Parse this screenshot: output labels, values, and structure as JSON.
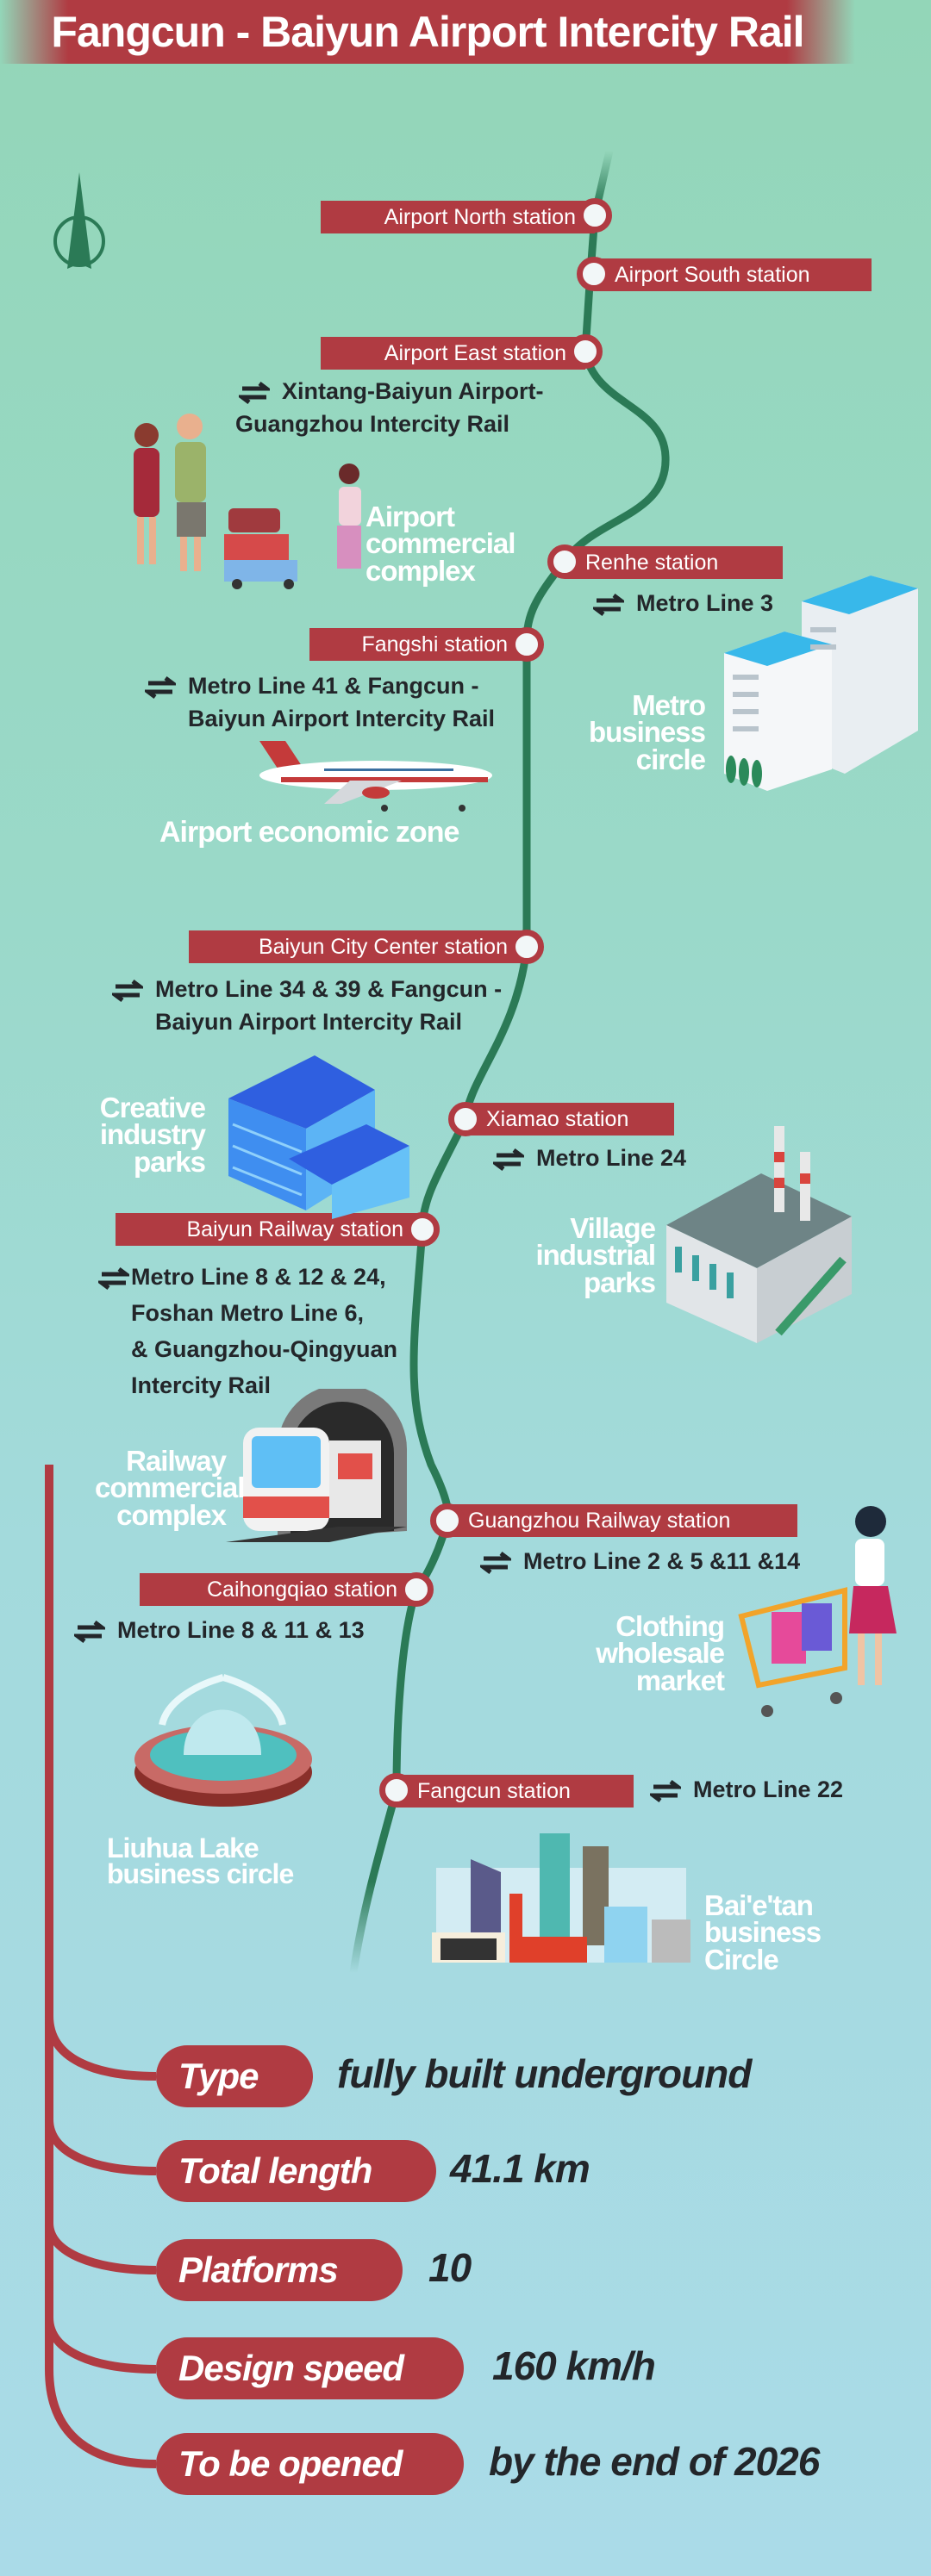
{
  "title": "Fangcun - Baiyun Airport Intercity Rail",
  "colors": {
    "accent_red": "#b03b42",
    "route_green": "#2b7a56",
    "bg_top": "#93d6b8",
    "bg_bottom": "#aadbe8"
  },
  "stations": [
    {
      "name": "Airport North station"
    },
    {
      "name": "Airport South station"
    },
    {
      "name": "Airport East station",
      "interchange": [
        "Xintang-Baiyun Airport-",
        "Guangzhou Intercity Rail"
      ]
    },
    {
      "name": "Renhe station",
      "interchange": [
        "Metro Line 3"
      ]
    },
    {
      "name": "Fangshi station",
      "interchange": [
        "Metro Line 41 & Fangcun -",
        "Baiyun Airport Intercity Rail"
      ]
    },
    {
      "name": "Baiyun City Center station",
      "interchange": [
        "Metro Line 34 & 39 & Fangcun -",
        "Baiyun Airport Intercity Rail"
      ]
    },
    {
      "name": "Xiamao station",
      "interchange": [
        "Metro Line 24"
      ]
    },
    {
      "name": "Baiyun Railway station",
      "interchange": [
        "Metro Line 8 & 12 & 24,",
        "Foshan Metro Line 6,",
        "& Guangzhou-Qingyuan",
        "Intercity Rail"
      ]
    },
    {
      "name": "Guangzhou Railway station",
      "interchange": [
        "Metro Line 2 & 5 &11 &14"
      ]
    },
    {
      "name": "Caihongqiao station",
      "interchange": [
        "Metro Line 8 & 11 & 13"
      ]
    },
    {
      "name": "Fangcun station",
      "interchange": [
        "Metro Line 22"
      ]
    }
  ],
  "landmarks": {
    "airport_commercial": [
      "Airport",
      "commercial",
      "complex"
    ],
    "metro_business": [
      "Metro",
      "business",
      "circle"
    ],
    "airport_economic": "Airport economic zone",
    "creative_industry": [
      "Creative",
      "industry",
      "parks"
    ],
    "village_industrial": [
      "Village",
      "industrial",
      "parks"
    ],
    "railway_commercial": [
      "Railway",
      "commercial",
      "complex"
    ],
    "clothing_wholesale": [
      "Clothing",
      "wholesale",
      "market"
    ],
    "liuhua_lake": [
      "Liuhua Lake",
      "business circle"
    ],
    "baietan": [
      "Bai'e'tan",
      "business",
      "Circle"
    ]
  },
  "specs": [
    {
      "label": "Type",
      "value": "fully built underground"
    },
    {
      "label": "Total length",
      "value": "41.1 km"
    },
    {
      "label": "Platforms",
      "value": "10"
    },
    {
      "label": "Design speed",
      "value": "160 km/h"
    },
    {
      "label": "To be opened",
      "value": "by the end of 2026"
    }
  ]
}
